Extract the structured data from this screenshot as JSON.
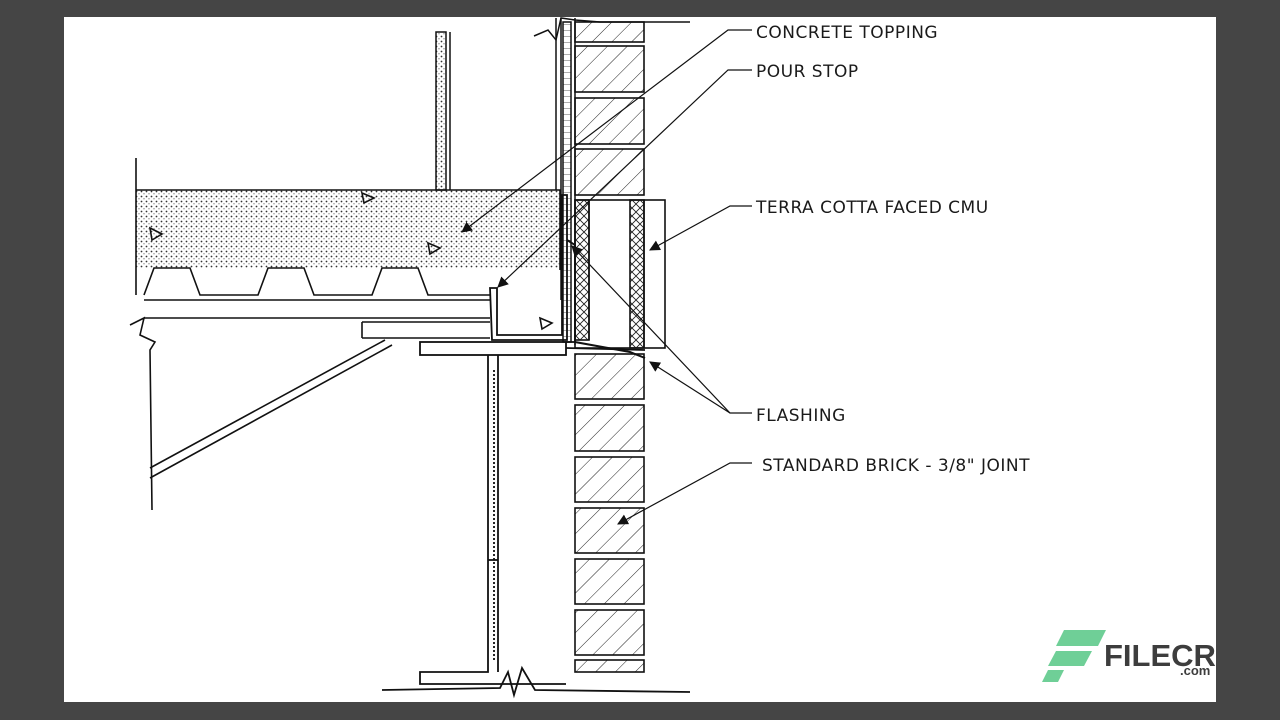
{
  "labels": {
    "concrete_topping": "CONCRETE TOPPING",
    "pour_stop": "POUR STOP",
    "terra_cotta": "TERRA COTTA FACED CMU",
    "flashing": "FLASHING",
    "standard_brick": "STANDARD BRICK - 3/8\" JOINT"
  },
  "watermark": {
    "name": "FILECR",
    "suffix": ".com",
    "color": "#6fcf97"
  },
  "colors": {
    "background": "#454545",
    "sheet": "#ffffff",
    "line": "#111111"
  }
}
